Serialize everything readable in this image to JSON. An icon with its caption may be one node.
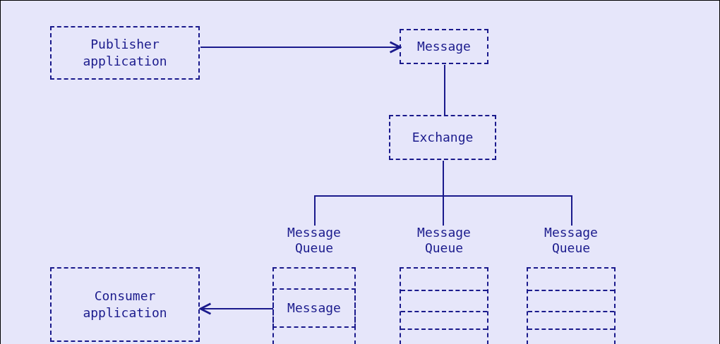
{
  "diagram": {
    "nodes": [
      {
        "text": [
          "Publisher application"
        ]
      },
      {
        "text": [
          "Message"
        ]
      },
      {
        "text": [
          "Exchange"
        ]
      },
      {
        "text": [
          "Message Queue"
        ]
      },
      {
        "text": [
          "Message Queue"
        ]
      },
      {
        "text": [
          "Message Queue"
        ]
      },
      {
        "text": [
          "Consumer application"
        ]
      },
      {
        "text": [
          "Message"
        ],
        "in": 3
      }
    ],
    "edges": [
      {
        "from": 0,
        "to": 1,
        "arrow": "to"
      },
      {
        "from": 1,
        "to": 2,
        "arrow": "none"
      },
      {
        "from": 2,
        "to": 3,
        "arrow": "none"
      },
      {
        "from": 2,
        "to": 4,
        "arrow": "none"
      },
      {
        "from": 2,
        "to": 5,
        "arrow": "none"
      },
      {
        "from": 7,
        "to": 6,
        "arrow": "to"
      }
    ]
  }
}
